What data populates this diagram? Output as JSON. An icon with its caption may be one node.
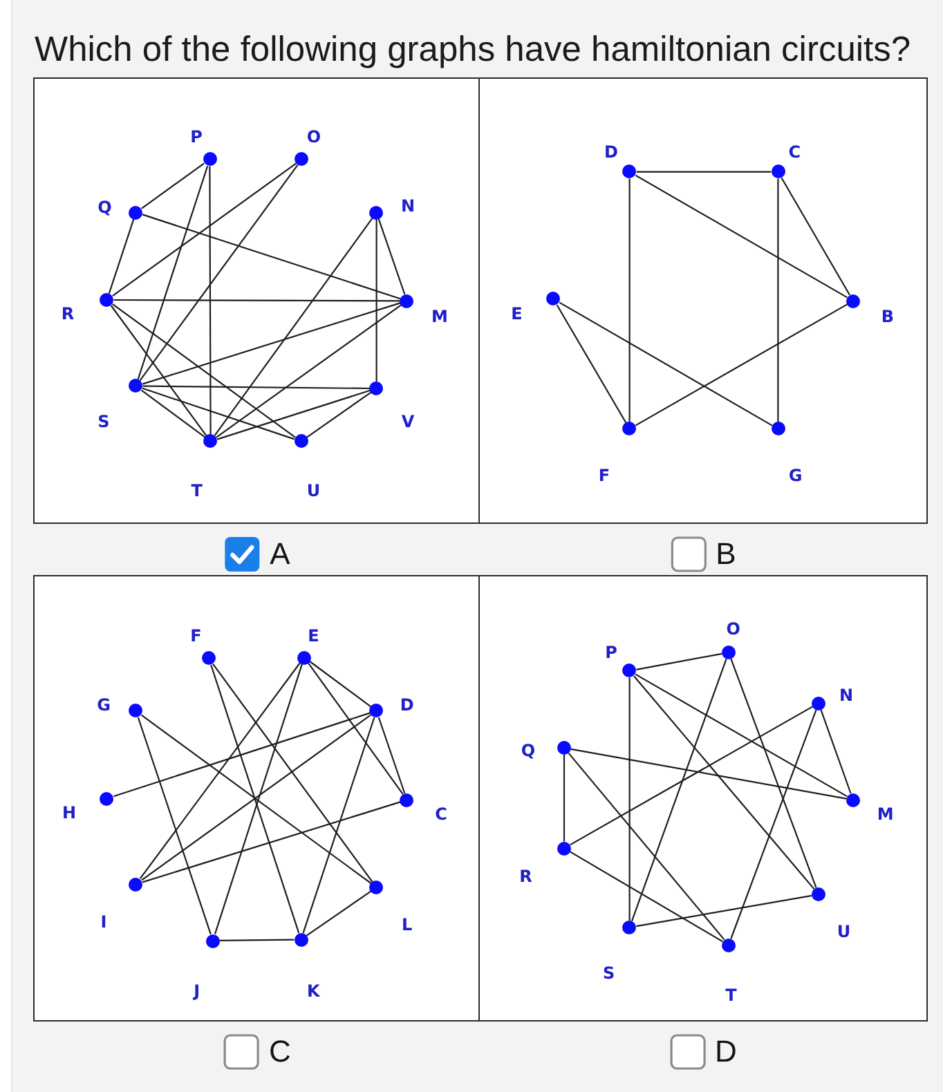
{
  "diagram": {
    "title": "Which of the following graphs have hamiltonian circuits?",
    "nodes": [
      {
        "text": [],
        "shape": "box",
        "beside": [
          "A"
        ]
      },
      {
        "text": [],
        "shape": "circle",
        "beside": [
          "P"
        ],
        "in": 0
      },
      {
        "text": [],
        "shape": "circle",
        "beside": [
          "O"
        ],
        "in": 0
      },
      {
        "text": [],
        "shape": "circle",
        "beside": [
          "Q"
        ],
        "in": 0
      },
      {
        "text": [],
        "shape": "circle",
        "beside": [
          "N"
        ],
        "in": 0
      },
      {
        "text": [],
        "shape": "circle",
        "beside": [
          "R"
        ],
        "in": 0
      },
      {
        "text": [],
        "shape": "circle",
        "beside": [
          "M"
        ],
        "in": 0
      },
      {
        "text": [],
        "shape": "circle",
        "beside": [
          "S"
        ],
        "in": 0
      },
      {
        "text": [],
        "shape": "circle",
        "beside": [
          "V"
        ],
        "in": 0
      },
      {
        "text": [],
        "shape": "circle",
        "beside": [
          "T"
        ],
        "in": 0
      },
      {
        "text": [],
        "shape": "circle",
        "beside": [
          "U"
        ],
        "in": 0
      },
      {
        "text": [],
        "shape": "box",
        "beside": [
          "B"
        ]
      },
      {
        "text": [],
        "shape": "circle",
        "beside": [
          "D"
        ],
        "in": 11
      },
      {
        "text": [],
        "shape": "circle",
        "beside": [
          "C"
        ],
        "in": 11
      },
      {
        "text": [],
        "shape": "circle",
        "beside": [
          "E"
        ],
        "in": 11
      },
      {
        "text": [],
        "shape": "circle",
        "beside": [
          "B"
        ],
        "in": 11
      },
      {
        "text": [],
        "shape": "circle",
        "beside": [
          "F"
        ],
        "in": 11
      },
      {
        "text": [],
        "shape": "circle",
        "beside": [
          "G"
        ],
        "in": 11
      },
      {
        "text": [],
        "shape": "box",
        "beside": [
          "C"
        ]
      },
      {
        "text": [],
        "shape": "circle",
        "beside": [
          "F"
        ],
        "in": 18
      },
      {
        "text": [],
        "shape": "circle",
        "beside": [
          "E"
        ],
        "in": 18
      },
      {
        "text": [],
        "shape": "circle",
        "beside": [
          "G"
        ],
        "in": 18
      },
      {
        "text": [],
        "shape": "circle",
        "beside": [
          "D"
        ],
        "in": 18
      },
      {
        "text": [],
        "shape": "circle",
        "beside": [
          "H"
        ],
        "in": 18
      },
      {
        "text": [],
        "shape": "circle",
        "beside": [
          "C"
        ],
        "in": 18
      },
      {
        "text": [],
        "shape": "circle",
        "beside": [
          "I"
        ],
        "in": 18
      },
      {
        "text": [],
        "shape": "circle",
        "beside": [
          "L"
        ],
        "in": 18
      },
      {
        "text": [],
        "shape": "circle",
        "beside": [
          "J"
        ],
        "in": 18
      },
      {
        "text": [],
        "shape": "circle",
        "beside": [
          "K"
        ],
        "in": 18
      },
      {
        "text": [],
        "shape": "box",
        "beside": [
          "D"
        ]
      },
      {
        "text": [],
        "shape": "circle",
        "beside": [
          "O"
        ],
        "in": 29
      },
      {
        "text": [],
        "shape": "circle",
        "beside": [
          "P"
        ],
        "in": 29
      },
      {
        "text": [],
        "shape": "circle",
        "beside": [
          "N"
        ],
        "in": 29
      },
      {
        "text": [],
        "shape": "circle",
        "beside": [
          "Q"
        ],
        "in": 29
      },
      {
        "text": [],
        "shape": "circle",
        "beside": [
          "M"
        ],
        "in": 29
      },
      {
        "text": [],
        "shape": "circle",
        "beside": [
          "R"
        ],
        "in": 29
      },
      {
        "text": [],
        "shape": "circle",
        "beside": [
          "U"
        ],
        "in": 29
      },
      {
        "text": [],
        "shape": "circle",
        "beside": [
          "S"
        ],
        "in": 29
      },
      {
        "text": [],
        "shape": "circle",
        "beside": [
          "T"
        ],
        "in": 29
      }
    ],
    "edges": [
      {
        "from": 1,
        "to": 3,
        "arrow": "none"
      },
      {
        "from": 1,
        "to": 7,
        "arrow": "none"
      },
      {
        "from": 1,
        "to": 9,
        "arrow": "none"
      },
      {
        "from": 2,
        "to": 5,
        "arrow": "none"
      },
      {
        "from": 2,
        "to": 7,
        "arrow": "none"
      },
      {
        "from": 3,
        "to": 5,
        "arrow": "none"
      },
      {
        "from": 3,
        "to": 6,
        "arrow": "none"
      },
      {
        "from": 5,
        "to": 6,
        "arrow": "none"
      },
      {
        "from": 5,
        "to": 9,
        "arrow": "none"
      },
      {
        "from": 5,
        "to": 10,
        "arrow": "none"
      },
      {
        "from": 4,
        "to": 6,
        "arrow": "none"
      },
      {
        "from": 4,
        "to": 8,
        "arrow": "none"
      },
      {
        "from": 4,
        "to": 9,
        "arrow": "none"
      },
      {
        "from": 6,
        "to": 7,
        "arrow": "none"
      },
      {
        "from": 6,
        "to": 9,
        "arrow": "none"
      },
      {
        "from": 7,
        "to": 8,
        "arrow": "none"
      },
      {
        "from": 7,
        "to": 9,
        "arrow": "none"
      },
      {
        "from": 7,
        "to": 10,
        "arrow": "none"
      },
      {
        "from": 9,
        "to": 8,
        "arrow": "none"
      },
      {
        "from": 10,
        "to": 8,
        "arrow": "none"
      },
      {
        "from": 12,
        "to": 13,
        "arrow": "none"
      },
      {
        "from": 12,
        "to": 16,
        "arrow": "none"
      },
      {
        "from": 12,
        "to": 15,
        "arrow": "none"
      },
      {
        "from": 13,
        "to": 15,
        "arrow": "none"
      },
      {
        "from": 13,
        "to": 17,
        "arrow": "none"
      },
      {
        "from": 14,
        "to": 16,
        "arrow": "none"
      },
      {
        "from": 14,
        "to": 17,
        "arrow": "none"
      },
      {
        "from": 16,
        "to": 15,
        "arrow": "none"
      },
      {
        "from": 20,
        "to": 22,
        "arrow": "none"
      },
      {
        "from": 20,
        "to": 24,
        "arrow": "none"
      },
      {
        "from": 20,
        "to": 25,
        "arrow": "none"
      },
      {
        "from": 20,
        "to": 27,
        "arrow": "none"
      },
      {
        "from": 19,
        "to": 28,
        "arrow": "none"
      },
      {
        "from": 19,
        "to": 26,
        "arrow": "none"
      },
      {
        "from": 21,
        "to": 27,
        "arrow": "none"
      },
      {
        "from": 21,
        "to": 26,
        "arrow": "none"
      },
      {
        "from": 22,
        "to": 23,
        "arrow": "none"
      },
      {
        "from": 22,
        "to": 25,
        "arrow": "none"
      },
      {
        "from": 22,
        "to": 24,
        "arrow": "none"
      },
      {
        "from": 22,
        "to": 28,
        "arrow": "none"
      },
      {
        "from": 24,
        "to": 25,
        "arrow": "none"
      },
      {
        "from": 27,
        "to": 28,
        "arrow": "none"
      },
      {
        "from": 28,
        "to": 26,
        "arrow": "none"
      },
      {
        "from": 31,
        "to": 30,
        "arrow": "none"
      },
      {
        "from": 31,
        "to": 37,
        "arrow": "none"
      },
      {
        "from": 31,
        "to": 34,
        "arrow": "none"
      },
      {
        "from": 31,
        "to": 36,
        "arrow": "none"
      },
      {
        "from": 30,
        "to": 37,
        "arrow": "none"
      },
      {
        "from": 30,
        "to": 36,
        "arrow": "none"
      },
      {
        "from": 32,
        "to": 35,
        "arrow": "none"
      },
      {
        "from": 32,
        "to": 38,
        "arrow": "none"
      },
      {
        "from": 32,
        "to": 34,
        "arrow": "none"
      },
      {
        "from": 33,
        "to": 34,
        "arrow": "none"
      },
      {
        "from": 33,
        "to": 35,
        "arrow": "none"
      },
      {
        "from": 33,
        "to": 38,
        "arrow": "none"
      },
      {
        "from": 35,
        "to": 38,
        "arrow": "none"
      },
      {
        "from": 37,
        "to": 36,
        "arrow": "none"
      }
    ]
  }
}
